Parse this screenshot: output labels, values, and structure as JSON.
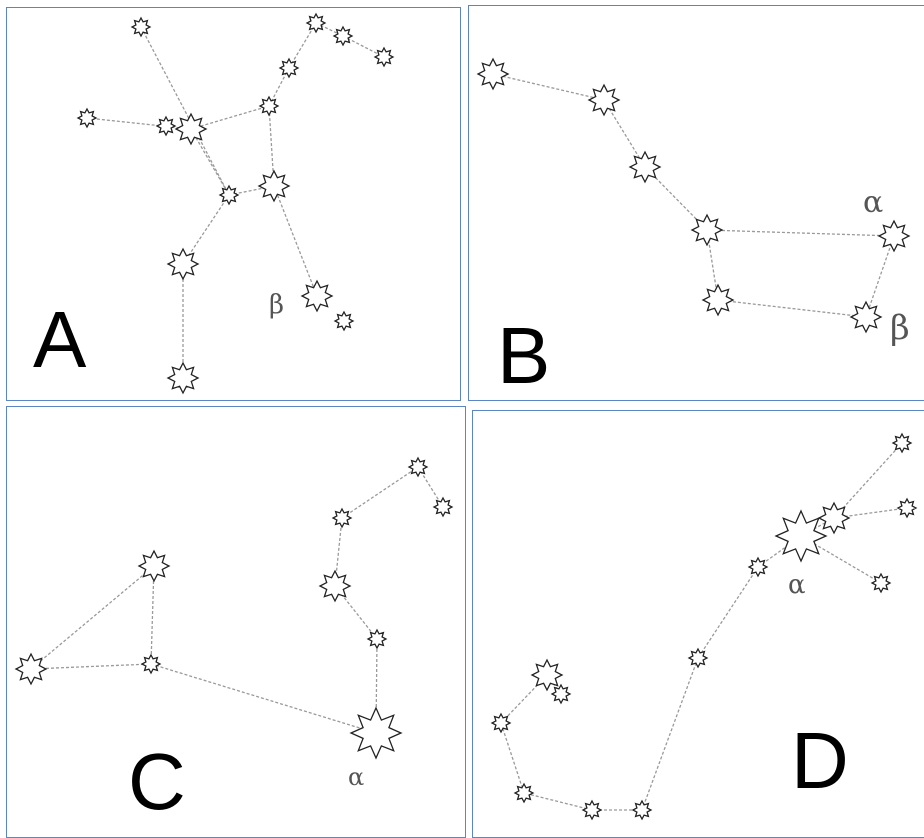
{
  "panels": [
    {
      "id": "a",
      "letter": "A",
      "greek": "β",
      "stars": [
        [
          140,
          26
        ],
        [
          315,
          22
        ],
        [
          342,
          35
        ],
        [
          383,
          56
        ],
        [
          288,
          67
        ],
        [
          268,
          105
        ],
        [
          86,
          117
        ],
        [
          165,
          125
        ],
        [
          190,
          128
        ],
        [
          228,
          194
        ],
        [
          273,
          185
        ],
        [
          182,
          263
        ],
        [
          316,
          295
        ],
        [
          343,
          320
        ],
        [
          182,
          377
        ]
      ],
      "sizes": [
        1,
        1,
        1,
        1,
        1,
        1,
        1,
        1,
        2,
        1,
        2,
        2,
        2,
        1,
        2
      ],
      "links": [
        [
          0,
          9
        ],
        [
          6,
          8
        ],
        [
          8,
          5
        ],
        [
          5,
          4
        ],
        [
          4,
          1
        ],
        [
          1,
          2
        ],
        [
          2,
          3
        ],
        [
          8,
          9
        ],
        [
          9,
          10
        ],
        [
          10,
          5
        ],
        [
          9,
          11
        ],
        [
          11,
          14
        ],
        [
          10,
          12
        ]
      ]
    },
    {
      "id": "b",
      "letter": "B",
      "greek": [
        "α",
        "β"
      ],
      "stars": [
        [
          492,
          73
        ],
        [
          603,
          99
        ],
        [
          644,
          166
        ],
        [
          706,
          229
        ],
        [
          893,
          235
        ],
        [
          717,
          299
        ],
        [
          865,
          316
        ]
      ],
      "sizes": [
        2,
        2,
        2,
        2,
        2,
        2,
        2
      ],
      "links": [
        [
          0,
          1
        ],
        [
          1,
          2
        ],
        [
          2,
          3
        ],
        [
          3,
          4
        ],
        [
          3,
          5
        ],
        [
          5,
          6
        ],
        [
          6,
          4
        ]
      ]
    },
    {
      "id": "c",
      "letter": "C",
      "greek": "α",
      "stars": [
        [
          153,
          565
        ],
        [
          30,
          668
        ],
        [
          150,
          663
        ],
        [
          341,
          517
        ],
        [
          417,
          466
        ],
        [
          442,
          506
        ],
        [
          334,
          585
        ],
        [
          376,
          638
        ],
        [
          375,
          732
        ]
      ],
      "sizes": [
        2,
        2,
        1,
        1,
        1,
        1,
        2,
        1,
        3
      ],
      "links": [
        [
          0,
          1
        ],
        [
          0,
          2
        ],
        [
          1,
          2
        ],
        [
          2,
          8
        ],
        [
          3,
          4
        ],
        [
          4,
          5
        ],
        [
          3,
          6
        ],
        [
          6,
          7
        ],
        [
          7,
          8
        ]
      ]
    },
    {
      "id": "d",
      "letter": "D",
      "greek": "α",
      "stars": [
        [
          901,
          442
        ],
        [
          906,
          507
        ],
        [
          833,
          517
        ],
        [
          800,
          535
        ],
        [
          880,
          582
        ],
        [
          757,
          566
        ],
        [
          697,
          657
        ],
        [
          546,
          674
        ],
        [
          560,
          693
        ],
        [
          500,
          722
        ],
        [
          523,
          792
        ],
        [
          591,
          809
        ],
        [
          641,
          809
        ]
      ],
      "sizes": [
        1,
        1,
        2,
        3,
        1,
        1,
        1,
        2,
        1,
        1,
        1,
        1,
        1
      ],
      "links": [
        [
          0,
          2
        ],
        [
          1,
          2
        ],
        [
          2,
          3
        ],
        [
          3,
          4
        ],
        [
          3,
          5
        ],
        [
          5,
          6
        ],
        [
          6,
          12
        ],
        [
          12,
          11
        ],
        [
          11,
          10
        ],
        [
          10,
          9
        ],
        [
          9,
          7
        ],
        [
          7,
          8
        ]
      ]
    }
  ]
}
